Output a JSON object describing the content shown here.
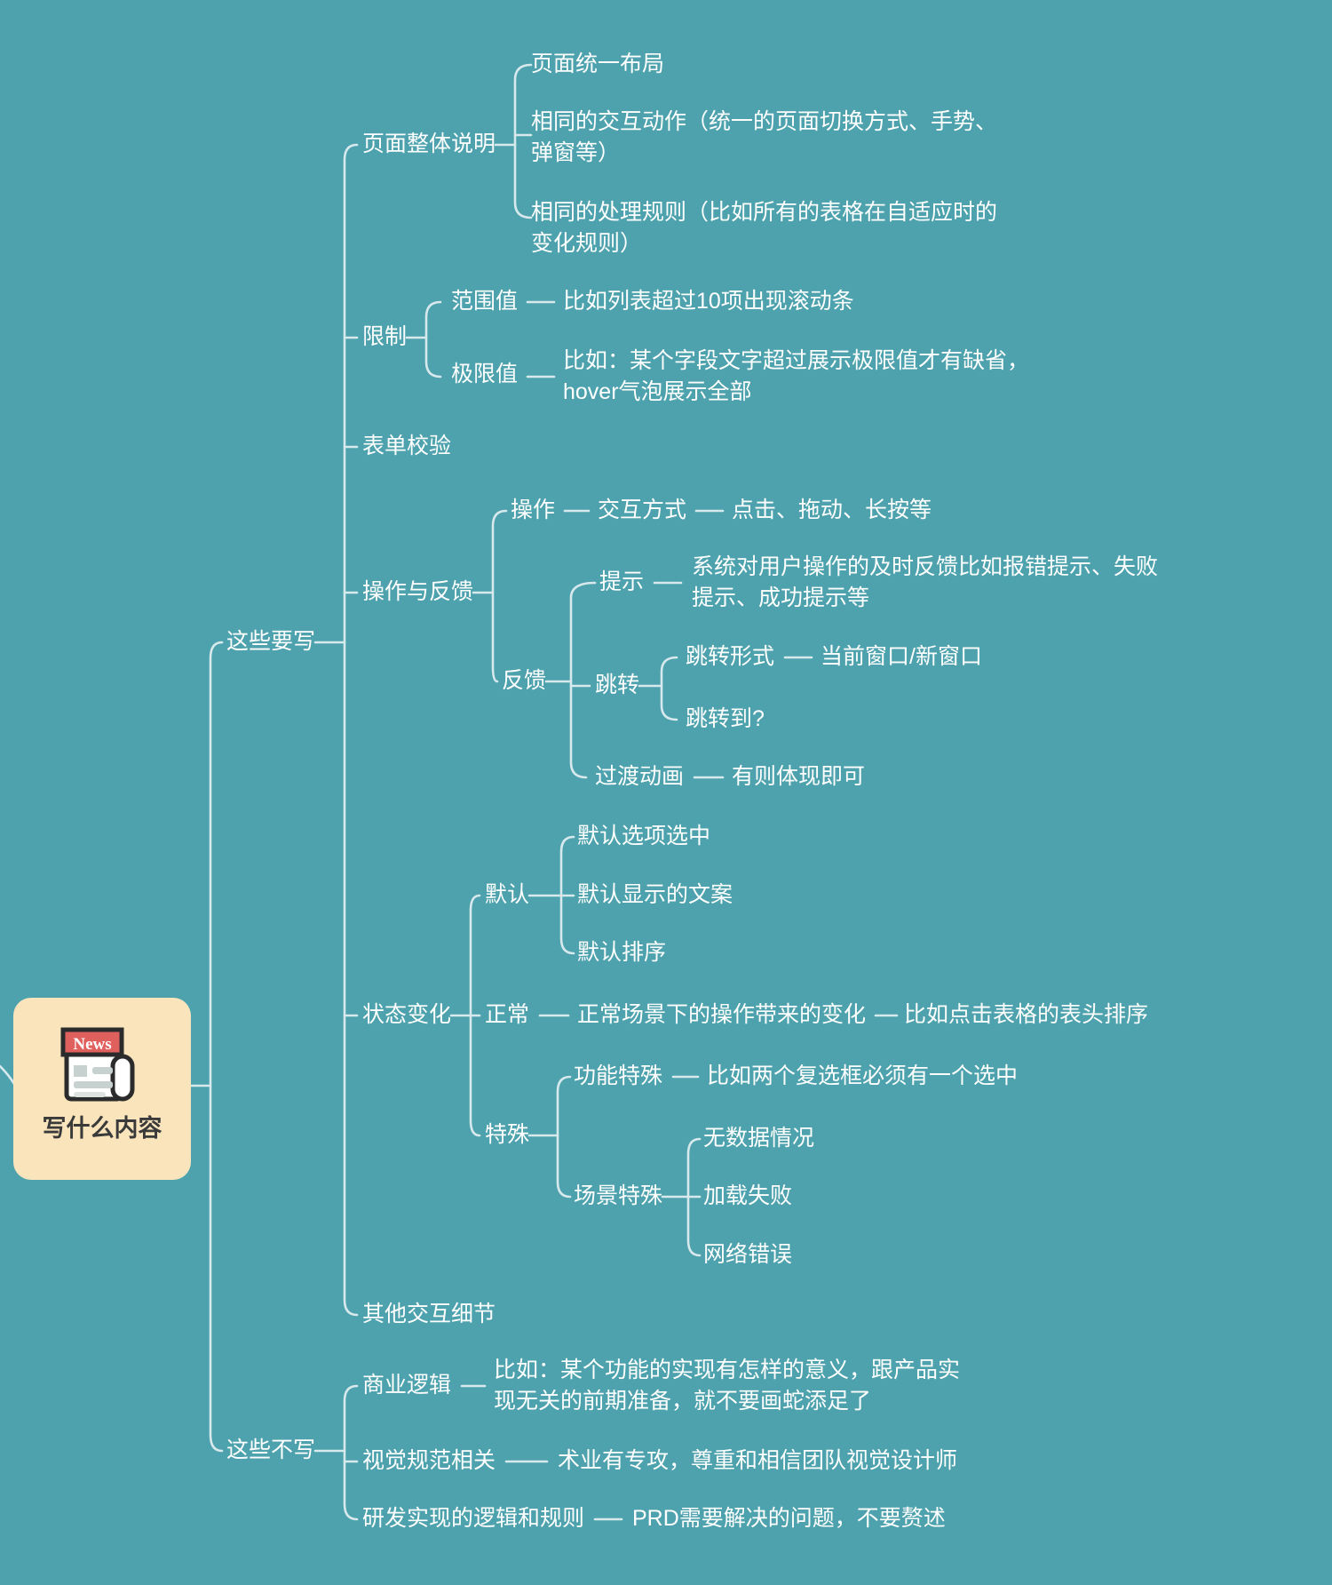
{
  "colors": {
    "background": "#4DA2AD",
    "connector": "#D8E9ED",
    "node_text": "#FFFFFF",
    "root_background": "#F9E4BC",
    "root_text": "#3A3A3A",
    "news_red": "#E0605E"
  },
  "root": {
    "label": "写什么内容",
    "badge": "News"
  },
  "write": {
    "label": "这些要写",
    "page_overall": {
      "label": "页面整体说明",
      "unified_layout": "页面统一布局",
      "same_interaction": "相同的交互动作（统一的页面切换方式、手势、弹窗等）",
      "same_rules": "相同的处理规则（比如所有的表格在自适应时的变化规则）"
    },
    "limits": {
      "label": "限制",
      "range_value": "范围值",
      "range_example": "比如列表超过10项出现滚动条",
      "limit_value": "极限值",
      "limit_example": "比如：某个字段文字超过展示极限值才有缺省，hover气泡展示全部"
    },
    "form_validation": "表单校验",
    "op_feedback": {
      "label": "操作与反馈",
      "operation": "操作",
      "interaction_mode": "交互方式",
      "interaction_examples": "点击、拖动、长按等",
      "feedback": "反馈",
      "tips": "提示",
      "tips_desc": "系统对用户操作的及时反馈比如报错提示、失败提示、成功提示等",
      "jump": "跳转",
      "jump_form": "跳转形式",
      "jump_window": "当前窗口/新窗口",
      "jump_to": "跳转到?",
      "transition": "过渡动画",
      "transition_desc": "有则体现即可"
    },
    "state_change": {
      "label": "状态变化",
      "default": "默认",
      "default_selected": "默认选项选中",
      "default_copy": "默认显示的文案",
      "default_sort": "默认排序",
      "normal": "正常",
      "normal_desc": "正常场景下的操作带来的变化",
      "normal_example": "比如点击表格的表头排序",
      "special": "特殊",
      "func_special": "功能特殊",
      "func_special_example": "比如两个复选框必须有一个选中",
      "scene_special": "场景特殊",
      "no_data": "无数据情况",
      "load_fail": "加载失败",
      "network_error": "网络错误"
    },
    "other_details": "其他交互细节"
  },
  "dont_write": {
    "label": "这些不写",
    "business_logic": "商业逻辑",
    "business_logic_desc": "比如：某个功能的实现有怎样的意义，跟产品实现无关的前期准备，就不要画蛇添足了",
    "visual_spec": "视觉规范相关",
    "visual_spec_desc": "术业有专攻，尊重和相信团队视觉设计师",
    "dev_logic": "研发实现的逻辑和规则",
    "dev_logic_desc": "PRD需要解决的问题，不要赘述"
  }
}
